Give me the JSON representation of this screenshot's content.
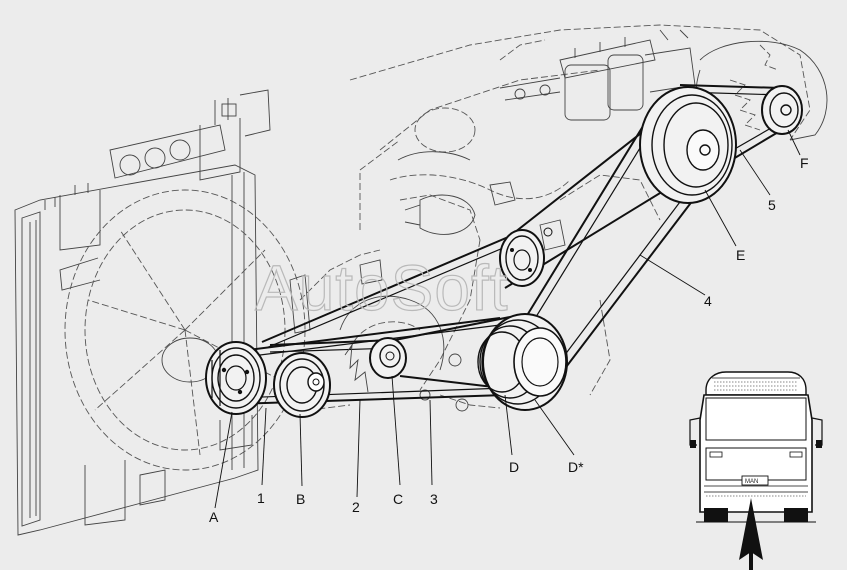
{
  "diagram": {
    "watermark": "AutoSoft",
    "labels": {
      "A": "A",
      "B": "B",
      "C": "C",
      "D": "D",
      "D_star": "D*",
      "E": "E",
      "F": "F",
      "n1": "1",
      "n2": "2",
      "n3": "3",
      "n4": "4",
      "n5": "5"
    },
    "plate_text": "MAN"
  }
}
